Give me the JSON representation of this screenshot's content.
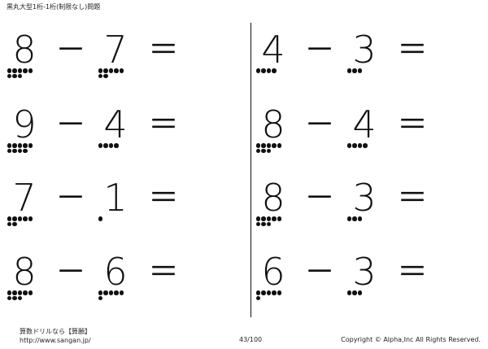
{
  "header": {
    "title": "黒丸大型1桁-1桁(制限なし)問題"
  },
  "operators": {
    "minus": "－",
    "equals": "＝"
  },
  "problems": [
    {
      "a": "8",
      "b": "7"
    },
    {
      "a": "9",
      "b": "4"
    },
    {
      "a": "7",
      "b": "1"
    },
    {
      "a": "8",
      "b": "6"
    },
    {
      "a": "4",
      "b": "3"
    },
    {
      "a": "8",
      "b": "4"
    },
    {
      "a": "8",
      "b": "3"
    },
    {
      "a": "6",
      "b": "3"
    }
  ],
  "footer": {
    "brand": "算数ドリルなら【算願】",
    "url": "http://www.sangan.jp/",
    "page": "43/100",
    "copyright": "Copyright © Alpha,Inc All Rights Reserved."
  }
}
